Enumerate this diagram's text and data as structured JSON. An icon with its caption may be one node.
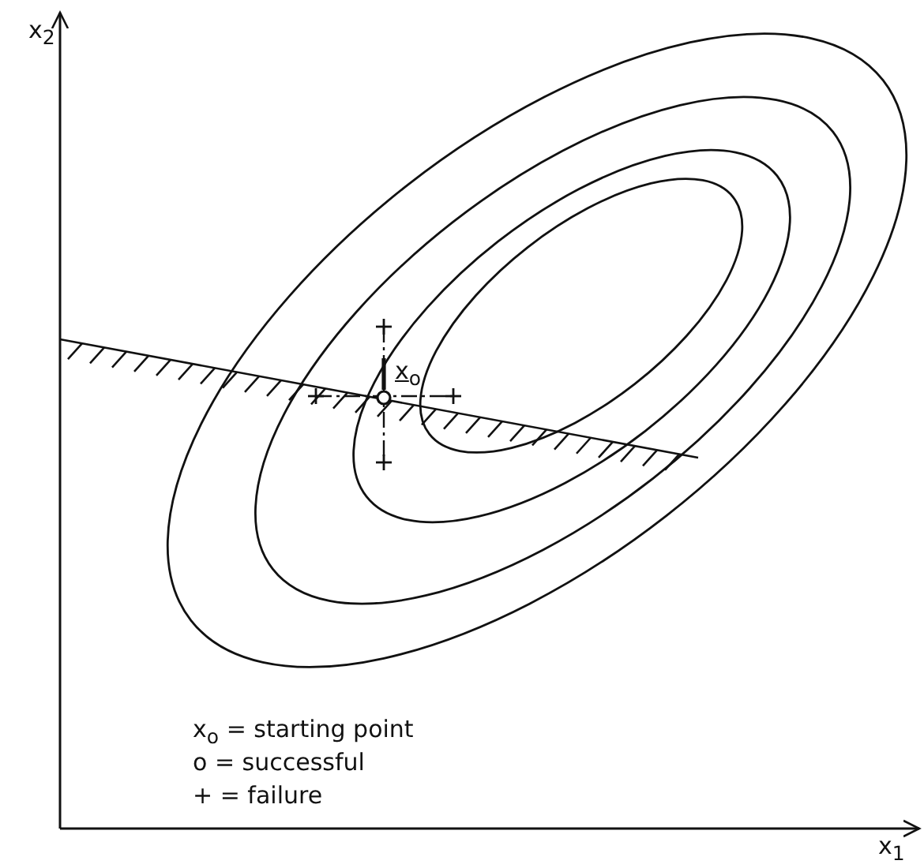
{
  "diagram": {
    "labels": [
      "x$_{2}$",
      "x$_{1}$",
      "x$_{o}$"
    ],
    "legend": [
      {
        "text": "x$_{o}$ = starting point"
      },
      {
        "text": "o = successful"
      },
      {
        "text": "+ = failure"
      }
    ]
  }
}
